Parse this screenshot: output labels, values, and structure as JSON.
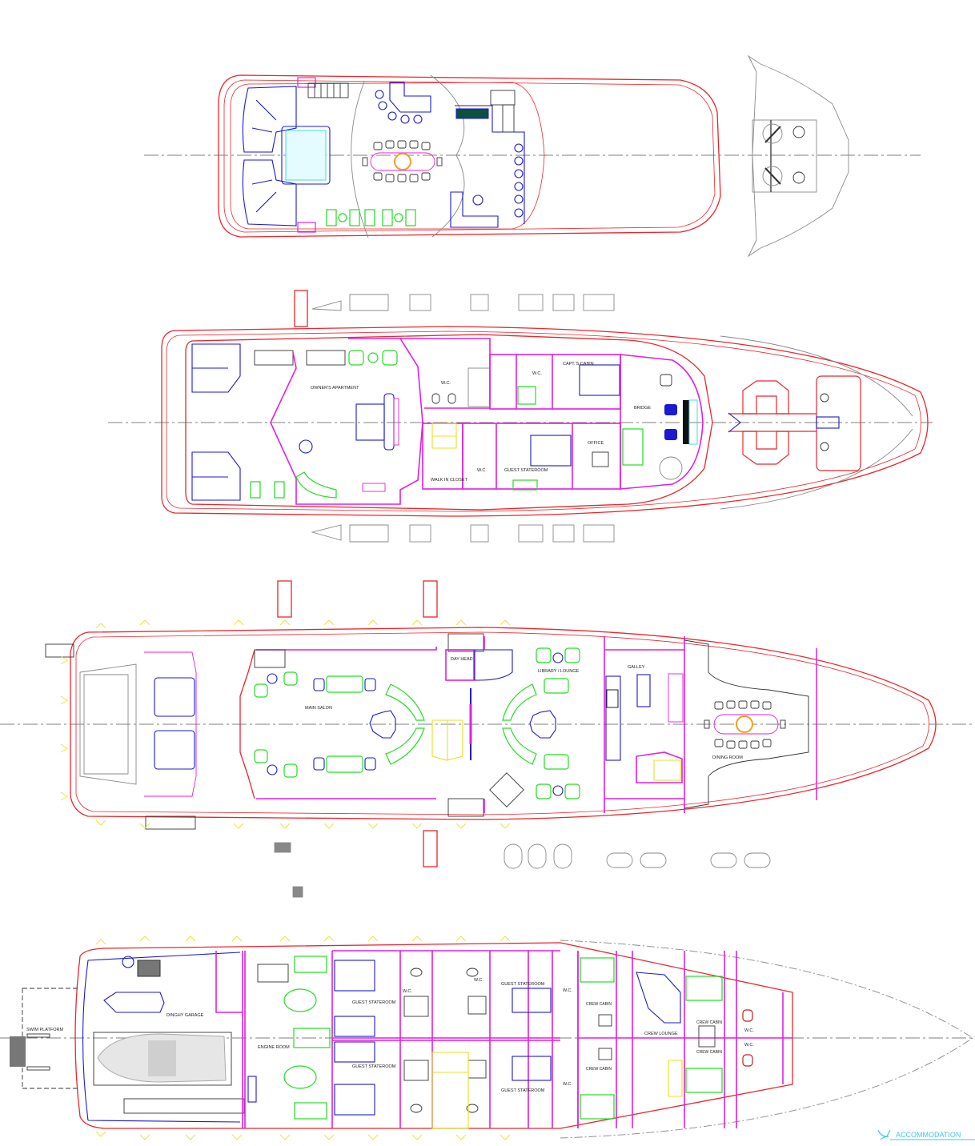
{
  "drawing": {
    "sun_deck": {
      "labels": []
    },
    "bridge_deck": {
      "owners_apartment": "OWNER'S APARTMENT",
      "wc_1": "W.C.",
      "wc_2": "W.C.",
      "wc_3": "W.C.",
      "capts_cabin": "CAPT.'S CABIN",
      "bridge": "BRIDGE",
      "office": "OFFICE",
      "guest_stateroom": "GUEST STATEROOM",
      "walk_in_closet": "WALK IN CLOSET"
    },
    "main_deck": {
      "main_salon": "MAIN SALON",
      "day_head": "DAY HEAD",
      "library_lounge": "LIBRARY / LOUNGE",
      "galley": "GALLEY",
      "dining_room": "DINING ROOM"
    },
    "lower_deck": {
      "swim_platform": "SWIM PLATFORM",
      "dinghy_garage": "DINGHY GARAGE",
      "engine_room": "ENGINE ROOM",
      "guest_stateroom_1": "GUEST STATEROOM",
      "guest_stateroom_2": "GUEST STATEROOM",
      "guest_stateroom_3": "GUEST STATEROOM",
      "guest_stateroom_4": "GUEST STATEROOM",
      "wc_1": "W.C.",
      "wc_2": "W.C.",
      "wc_3": "W.C.",
      "wc_4": "W.C.",
      "wc_5": "W.C.",
      "wc_6": "W.C.",
      "crew_cabin_1": "CREW CABIN",
      "crew_cabin_2": "CREW CABIN",
      "crew_cabin_3": "CREW CABIN",
      "crew_cabin_4": "CREW CABIN",
      "crew_lounge": "CREW LOUNGE"
    },
    "logo": {
      "text": "ACCOMMODATION",
      "color": "#3cc8e0"
    },
    "colors": {
      "hull": "#e8262b",
      "walls": "#e020e0",
      "furniture": "#1a1ad0",
      "soft_furniture": "#22dd22",
      "stairs": "#e8e020"
    }
  }
}
